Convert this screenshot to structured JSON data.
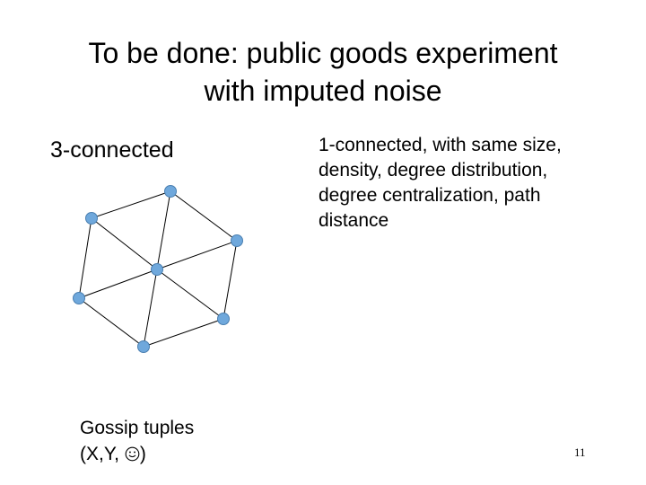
{
  "slide": {
    "title_lines": [
      "To be done: public goods experiment",
      "with imputed noise"
    ],
    "left_label": "3-connected",
    "right_text_lines": [
      "1-connected, with same size,",
      "density, degree distribution,",
      "degree centralization, path",
      "distance"
    ],
    "caption_line_1": "Gossip tuples",
    "caption_line_2_prefix": "(X,Y, ",
    "caption_line_2_suffix": ")",
    "page_number": "11"
  },
  "graph": {
    "nodes": [
      "n-top",
      "n-upper-left",
      "n-upper-right",
      "n-center",
      "n-left",
      "n-lower-right",
      "n-bottom"
    ],
    "edges": [
      [
        "n-top",
        "n-upper-left"
      ],
      [
        "n-top",
        "n-upper-right"
      ],
      [
        "n-top",
        "n-bottom"
      ],
      [
        "n-upper-left",
        "n-left"
      ],
      [
        "n-upper-left",
        "n-center"
      ],
      [
        "n-upper-right",
        "n-lower-right"
      ],
      [
        "n-upper-right",
        "n-center"
      ],
      [
        "n-left",
        "n-bottom"
      ],
      [
        "n-left",
        "n-center"
      ],
      [
        "n-lower-right",
        "n-bottom"
      ],
      [
        "n-lower-right",
        "n-center"
      ]
    ],
    "node_color": "#6fa8dc"
  }
}
